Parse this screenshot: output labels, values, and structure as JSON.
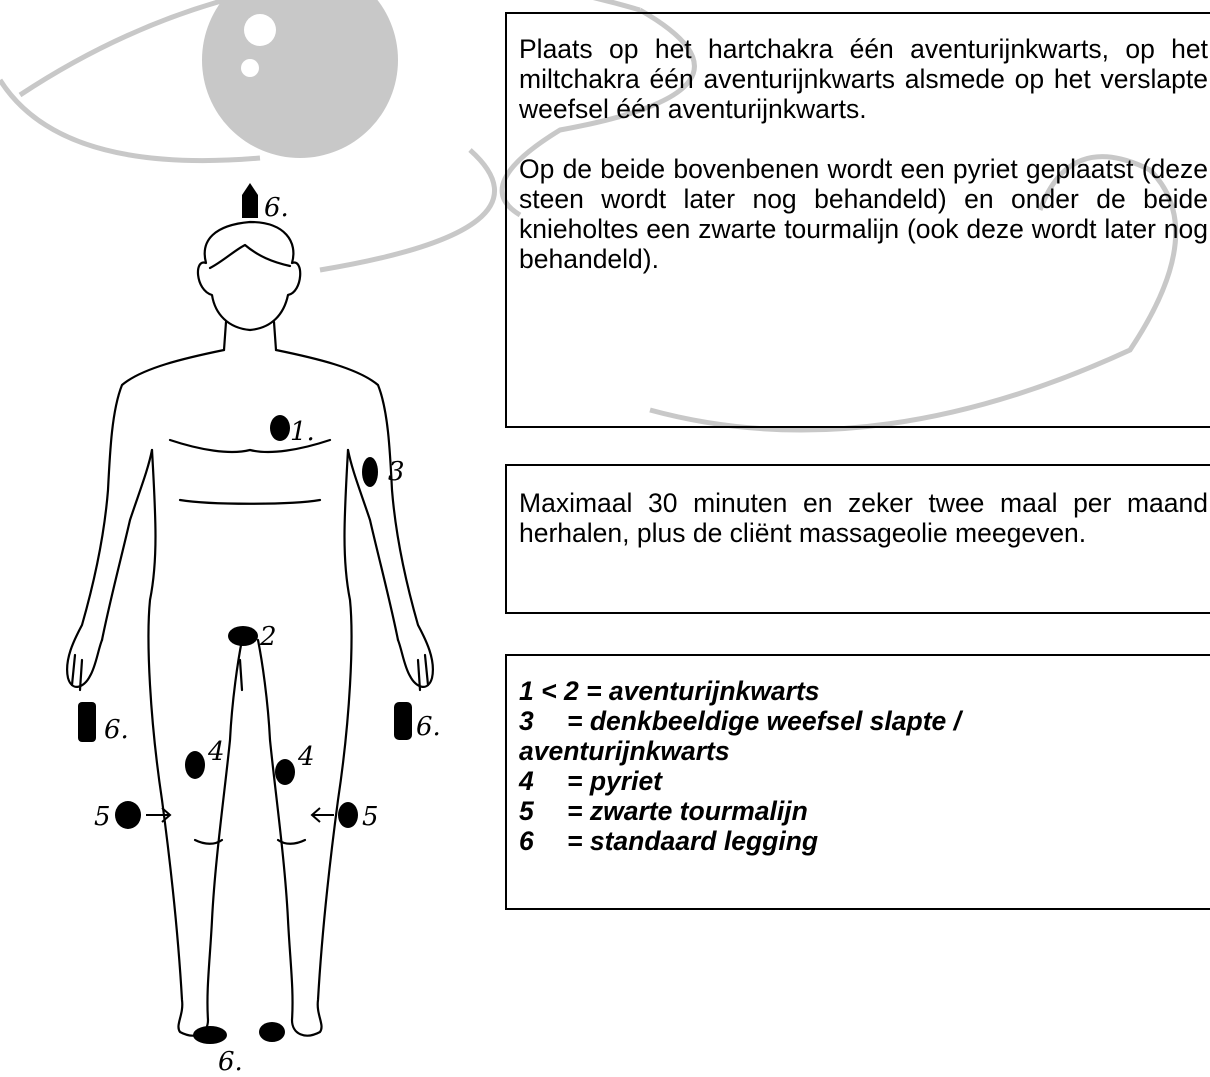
{
  "instructions": {
    "paragraph_1": "Plaats op het hartchakra één aventurijnkwarts, op het miltchakra één aventurijnkwarts alsmede op het verslapte weefsel één aventurijnkwarts.",
    "paragraph_2": "Op de beide bovenbenen wordt een pyriet geplaatst (deze steen wordt later nog behandeld) en onder de beide knieholtes een zwarte tourmalijn (ook deze wordt later nog behandeld)."
  },
  "duration_note": "Maximaal 30 minuten en zeker twee maal per maand herhalen,  plus de cliënt massageolie meegeven.",
  "legend": [
    {
      "key": "1 < 2",
      "text": "= aventurijnkwarts"
    },
    {
      "key": "3",
      "text": "= denkbeeldige weefsel slapte /"
    },
    {
      "key": "",
      "text": "aventurijnkwarts"
    },
    {
      "key": "4",
      "text": "= pyriet"
    },
    {
      "key": "5",
      "text": "= zwarte tourmalijn"
    },
    {
      "key": "6",
      "text": "= standaard legging"
    }
  ],
  "figure_labels": {
    "head": "6.",
    "heart": "1.",
    "arm": "3",
    "spleen": "2",
    "hand_left": "6.",
    "hand_right": "6.",
    "thigh_left": "4",
    "thigh_right": "4",
    "knee_left": "5",
    "knee_right": "5",
    "feet": "6."
  },
  "colors": {
    "watermark": "#c8c8c8",
    "ink": "#000000"
  }
}
